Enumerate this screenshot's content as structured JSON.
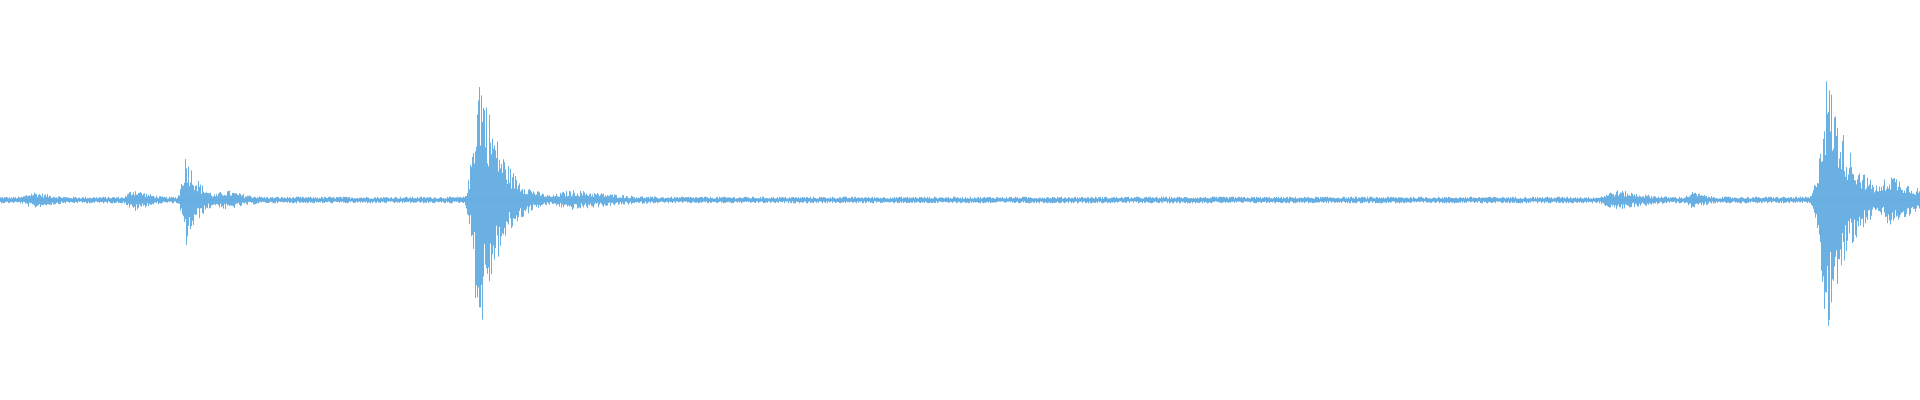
{
  "waveform": {
    "color": "#5aa7e0",
    "duration_fraction_bursts": [
      {
        "center": 0.018,
        "width": 0.03,
        "amplitude": 0.05
      },
      {
        "center": 0.07,
        "width": 0.02,
        "amplitude": 0.07
      },
      {
        "center": 0.097,
        "width": 0.012,
        "amplitude": 0.28
      },
      {
        "center": 0.118,
        "width": 0.03,
        "amplitude": 0.06
      },
      {
        "center": 0.25,
        "width": 0.018,
        "amplitude": 0.82
      },
      {
        "center": 0.3,
        "width": 0.06,
        "amplitude": 0.06
      },
      {
        "center": 0.843,
        "width": 0.04,
        "amplitude": 0.06
      },
      {
        "center": 0.882,
        "width": 0.02,
        "amplitude": 0.05
      },
      {
        "center": 0.952,
        "width": 0.02,
        "amplitude": 0.76
      },
      {
        "center": 0.985,
        "width": 0.03,
        "amplitude": 0.16
      }
    ],
    "noise_floor_amplitude": 0.02
  }
}
